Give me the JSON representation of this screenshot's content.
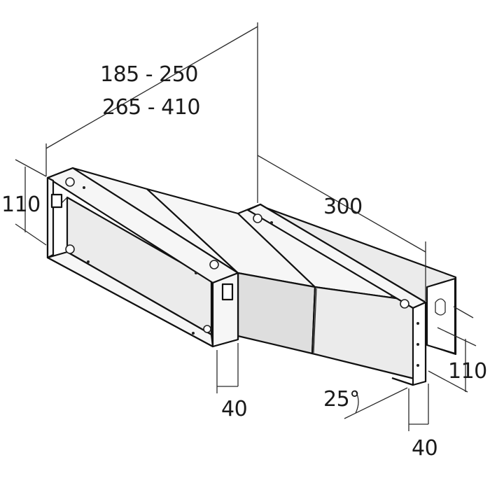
{
  "dimensions": {
    "width_range_1": "185 - 250",
    "width_range_2": "265 - 410",
    "depth": "300",
    "left_height": "110",
    "right_height": "110",
    "left_wall": "40",
    "right_wall": "40",
    "angle": "25°"
  }
}
